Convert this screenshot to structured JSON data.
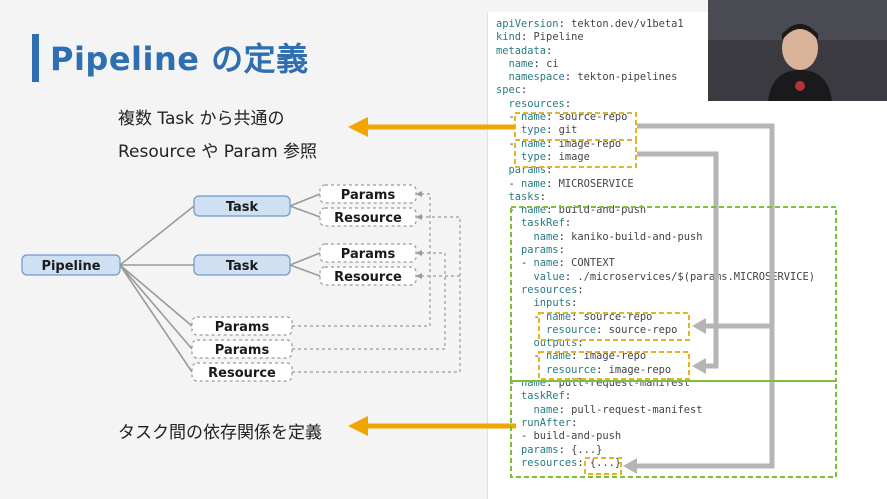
{
  "slide": {
    "title": "Pipeline の定義",
    "note_top_line1": "複数 Task から共通の",
    "note_top_line2": "Resource や Param 参照",
    "note_bottom": "タスク間の依存関係を定義"
  },
  "diagram": {
    "root": "Pipeline",
    "tasks": [
      "Task",
      "Task"
    ],
    "task_children": [
      "Params",
      "Resource",
      "Params",
      "Resource"
    ],
    "pipeline_items": [
      "Params",
      "Params",
      "Resource"
    ]
  },
  "code_lines": [
    [
      [
        "k",
        "apiVersion"
      ],
      [
        "p",
        ": "
      ],
      [
        "v",
        "tekton.dev/v1beta1"
      ]
    ],
    [
      [
        "k",
        "kind"
      ],
      [
        "p",
        ": "
      ],
      [
        "v",
        "Pipeline"
      ]
    ],
    [
      [
        "k",
        "metadata"
      ],
      [
        "p",
        ":"
      ]
    ],
    [
      [
        "p",
        "  "
      ],
      [
        "k",
        "name"
      ],
      [
        "p",
        ": "
      ],
      [
        "v",
        "ci"
      ]
    ],
    [
      [
        "p",
        "  "
      ],
      [
        "k",
        "namespace"
      ],
      [
        "p",
        ": "
      ],
      [
        "v",
        "tekton-pipelines"
      ]
    ],
    [
      [
        "k",
        "spec"
      ],
      [
        "p",
        ":"
      ]
    ],
    [
      [
        "p",
        "  "
      ],
      [
        "k",
        "resources"
      ],
      [
        "p",
        ":"
      ]
    ],
    [
      [
        "p",
        "  - "
      ],
      [
        "k",
        "name"
      ],
      [
        "p",
        ": "
      ],
      [
        "v",
        "source-repo"
      ]
    ],
    [
      [
        "p",
        "    "
      ],
      [
        "k",
        "type"
      ],
      [
        "p",
        ": "
      ],
      [
        "v",
        "git"
      ]
    ],
    [
      [
        "p",
        "  - "
      ],
      [
        "k",
        "name"
      ],
      [
        "p",
        ": "
      ],
      [
        "v",
        "image-repo"
      ]
    ],
    [
      [
        "p",
        "    "
      ],
      [
        "k",
        "type"
      ],
      [
        "p",
        ": "
      ],
      [
        "v",
        "image"
      ]
    ],
    [
      [
        "p",
        "  "
      ],
      [
        "k",
        "params"
      ],
      [
        "p",
        ":"
      ]
    ],
    [
      [
        "p",
        "  - "
      ],
      [
        "k",
        "name"
      ],
      [
        "p",
        ": "
      ],
      [
        "v",
        "MICROSERVICE"
      ]
    ],
    [
      [
        "p",
        "  "
      ],
      [
        "k",
        "tasks"
      ],
      [
        "p",
        ":"
      ]
    ],
    [
      [
        "p",
        "  - "
      ],
      [
        "k",
        "name"
      ],
      [
        "p",
        ": "
      ],
      [
        "v",
        "build-and-push"
      ]
    ],
    [
      [
        "p",
        "    "
      ],
      [
        "k",
        "taskRef"
      ],
      [
        "p",
        ":"
      ]
    ],
    [
      [
        "p",
        "      "
      ],
      [
        "k",
        "name"
      ],
      [
        "p",
        ": "
      ],
      [
        "v",
        "kaniko-build-and-push"
      ]
    ],
    [
      [
        "p",
        "    "
      ],
      [
        "k",
        "params"
      ],
      [
        "p",
        ":"
      ]
    ],
    [
      [
        "p",
        "    - "
      ],
      [
        "k",
        "name"
      ],
      [
        "p",
        ": "
      ],
      [
        "v",
        "CONTEXT"
      ]
    ],
    [
      [
        "p",
        "      "
      ],
      [
        "k",
        "value"
      ],
      [
        "p",
        ": "
      ],
      [
        "v",
        "./microservices/$(params.MICROSERVICE)"
      ]
    ],
    [
      [
        "p",
        "    "
      ],
      [
        "k",
        "resources"
      ],
      [
        "p",
        ":"
      ]
    ],
    [
      [
        "p",
        "      "
      ],
      [
        "k",
        "inputs"
      ],
      [
        "p",
        ":"
      ]
    ],
    [
      [
        "p",
        "      - "
      ],
      [
        "k",
        "name"
      ],
      [
        "p",
        ": "
      ],
      [
        "v",
        "source-repo"
      ]
    ],
    [
      [
        "p",
        "        "
      ],
      [
        "k",
        "resource"
      ],
      [
        "p",
        ": "
      ],
      [
        "v",
        "source-repo"
      ]
    ],
    [
      [
        "p",
        "      "
      ],
      [
        "k",
        "outputs"
      ],
      [
        "p",
        ":"
      ]
    ],
    [
      [
        "p",
        "      - "
      ],
      [
        "k",
        "name"
      ],
      [
        "p",
        ": "
      ],
      [
        "v",
        "image-repo"
      ]
    ],
    [
      [
        "p",
        "        "
      ],
      [
        "k",
        "resource"
      ],
      [
        "p",
        ": "
      ],
      [
        "v",
        "image-repo"
      ]
    ],
    [
      [
        "p",
        "  - "
      ],
      [
        "k",
        "name"
      ],
      [
        "p",
        ": "
      ],
      [
        "v",
        "pull-request-manifest"
      ]
    ],
    [
      [
        "p",
        "    "
      ],
      [
        "k",
        "taskRef"
      ],
      [
        "p",
        ":"
      ]
    ],
    [
      [
        "p",
        "      "
      ],
      [
        "k",
        "name"
      ],
      [
        "p",
        ": "
      ],
      [
        "v",
        "pull-request-manifest"
      ]
    ],
    [
      [
        "p",
        "    "
      ],
      [
        "k",
        "runAfter"
      ],
      [
        "p",
        ":"
      ]
    ],
    [
      [
        "p",
        "    - "
      ],
      [
        "v",
        "build-and-push"
      ]
    ],
    [
      [
        "p",
        "    "
      ],
      [
        "k",
        "params"
      ],
      [
        "p",
        ": "
      ],
      [
        "v",
        "{...}"
      ]
    ],
    [
      [
        "p",
        "    "
      ],
      [
        "k",
        "resources"
      ],
      [
        "p",
        ": "
      ],
      [
        "v",
        "{...}"
      ]
    ]
  ],
  "colors": {
    "title_blue": "#2f6fb1",
    "task_fill": "#cfe0f3",
    "arrow_orange": "#f0a500",
    "highlight_yellow": "#e6b422",
    "highlight_green": "#7bbf3a",
    "ref_gray": "#b5b5b5",
    "yaml_key": "#2a7a84"
  }
}
